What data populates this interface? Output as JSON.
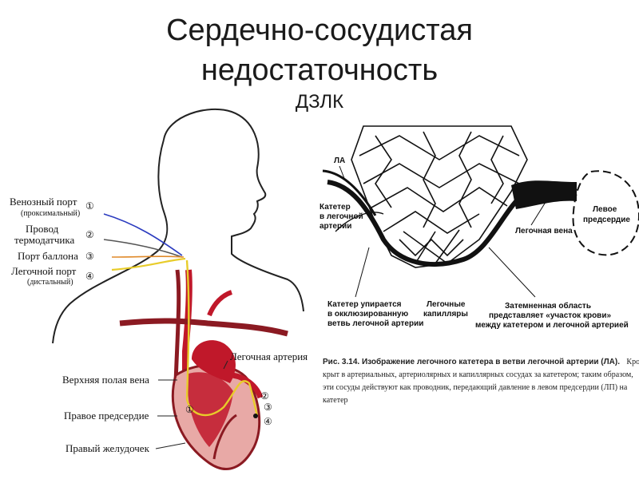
{
  "header": {
    "title_line1": "Сердечно-сосудистая",
    "title_line2": "недостаточность",
    "subtitle": "ДЗЛК"
  },
  "left_diagram": {
    "ports": [
      {
        "number": "①",
        "label": "Венозный порт",
        "sublabel": "(проксимальный)"
      },
      {
        "number": "②",
        "label": "Провод",
        "label2": "термодатчика"
      },
      {
        "number": "③",
        "label": "Порт баллона"
      },
      {
        "number": "④",
        "label": "Легочной порт",
        "sublabel": "(дистальный)"
      }
    ],
    "heart_labels": {
      "pulmonary_artery": "Легочная артерия",
      "svc": "Верхняя полая вена",
      "right_atrium": "Правое предсердие",
      "right_ventricle": "Правый желудочек"
    },
    "heart_markers": [
      "①",
      "②",
      "③",
      "④"
    ]
  },
  "right_diagram": {
    "la": "ЛА",
    "catheter_line1": "Катетер",
    "catheter_line2": "в легочной",
    "catheter_line3": "артерии",
    "pulm_vein": "Легочная вена",
    "left_atrium_1": "Левое",
    "left_atrium_2": "предсердие",
    "occl_1": "Катетер упирается",
    "occl_2": "в окклюзированную",
    "occl_3": "ветвь легочной артерии",
    "capillaries_1": "Легочные",
    "capillaries_2": "капилляры",
    "dark_1": "Затемненная область",
    "dark_2": "представляет «участок крови»",
    "dark_3": "между катетером и легочной артерией",
    "caption_bold": "Рис. 3.14. Изображение легочного катетера в ветви легочной артерии (ЛА).",
    "caption_1": "Кровоток пере-",
    "caption_2": "крыт в артериальных, артериолярных и капиллярных сосудах за катетером; таким образом,",
    "caption_3": "эти сосуды действуют как проводник, передающий давление в левом предсердии (ЛП) на",
    "caption_4": "катетер"
  },
  "colors": {
    "artery_red": "#c0182a",
    "dark_red": "#8b1a22",
    "heart_pink": "#e8a9a6",
    "blue_wire": "#2b3bbf",
    "yellow_wire": "#e8cc2a",
    "orange_wire": "#e08a2a"
  }
}
